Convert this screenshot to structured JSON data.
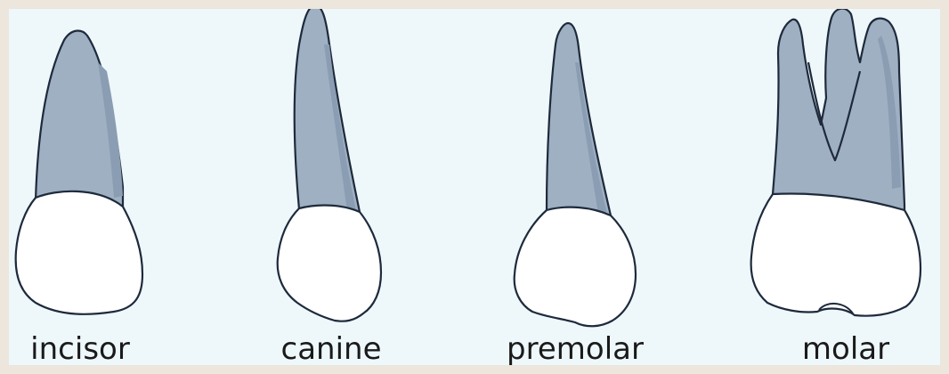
{
  "labels": {
    "incisor": "incisor",
    "canine": "canine",
    "premolar": "premolar",
    "molar": "molar"
  },
  "colors": {
    "background": "#eef8fb",
    "border": "#ece6dc",
    "root": "#9eb0c2",
    "crown": "#ffffff",
    "outline": "#1e2a3c"
  }
}
